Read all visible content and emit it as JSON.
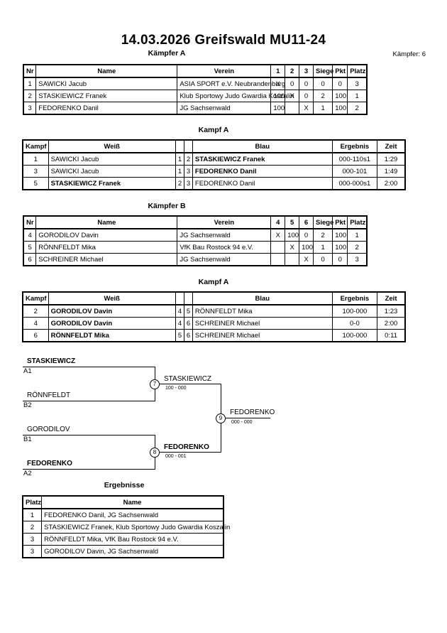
{
  "header": {
    "title": "14.03.2026  Greifswald   MU11-24",
    "count_label": "Kämpfer: 6"
  },
  "groupA": {
    "title": "Kämpfer A",
    "columns": [
      "Nr",
      "Name",
      "Verein",
      "1",
      "2",
      "3",
      "Siege",
      "Pkt",
      "Platz"
    ],
    "rows": [
      {
        "nr": "1",
        "name": "SAWICKI Jacub",
        "verein": "ASIA SPORT e.V. Neubrandenburg",
        "r1": "X",
        "r2": "0",
        "r3": "0",
        "siege": "0",
        "pkt": "0",
        "platz": "3"
      },
      {
        "nr": "2",
        "name": "STASKIEWICZ Franek",
        "verein": "Klub Sportowy Judo Gwardia Koszalin",
        "r1": "100",
        "r2": "X",
        "r3": "0",
        "siege": "2",
        "pkt": "100",
        "platz": "1"
      },
      {
        "nr": "3",
        "name": "FEDORENKO Danil",
        "verein": "JG Sachsenwald",
        "r1": "100",
        "r2": "",
        "r3": "X",
        "siege": "1",
        "pkt": "100",
        "platz": "2"
      }
    ]
  },
  "fightsA": {
    "title": "Kampf A",
    "columns": [
      "Kampf",
      "Weiß",
      "Blau",
      "Ergebnis",
      "Zeit"
    ],
    "rows": [
      {
        "kampf": "1",
        "weiss": "SAWICKI Jacub",
        "n1": "1",
        "n2": "2",
        "blau": "STASKIEWICZ Franek",
        "erg": "000-110s1",
        "zeit": "1:29"
      },
      {
        "kampf": "3",
        "weiss": "SAWICKI Jacub",
        "n1": "1",
        "n2": "3",
        "blau": "FEDORENKO Danil",
        "erg": "000-101",
        "zeit": "1:49"
      },
      {
        "kampf": "5",
        "weiss": "STASKIEWICZ Franek",
        "n1": "2",
        "n2": "3",
        "blau": "FEDORENKO Danil",
        "erg": "000-000s1",
        "zeit": "2:00"
      }
    ]
  },
  "groupB": {
    "title": "Kämpfer B",
    "columns": [
      "Nr",
      "Name",
      "Verein",
      "4",
      "5",
      "6",
      "Siege",
      "Pkt",
      "Platz"
    ],
    "rows": [
      {
        "nr": "4",
        "name": "GORODILOV Davin",
        "verein": "JG Sachsenwald",
        "r1": "X",
        "r2": "100",
        "r3": "0",
        "siege": "2",
        "pkt": "100",
        "platz": "1"
      },
      {
        "nr": "5",
        "name": "RÖNNFELDT Mika",
        "verein": "VfK Bau Rostock 94 e.V.",
        "r1": "",
        "r2": "X",
        "r3": "100",
        "siege": "1",
        "pkt": "100",
        "platz": "2"
      },
      {
        "nr": "6",
        "name": "SCHREINER Michael",
        "verein": "JG Sachsenwald",
        "r1": "",
        "r2": "",
        "r3": "X",
        "siege": "0",
        "pkt": "0",
        "platz": "3"
      }
    ]
  },
  "fightsB": {
    "title": "Kampf A",
    "columns": [
      "Kampf",
      "Weiß",
      "Blau",
      "Ergebnis",
      "Zeit"
    ],
    "rows": [
      {
        "kampf": "2",
        "weiss": "GORODILOV Davin",
        "n1": "4",
        "n2": "5",
        "blau": "RÖNNFELDT Mika",
        "erg": "100-000",
        "zeit": "1:23"
      },
      {
        "kampf": "4",
        "weiss": "GORODILOV Davin",
        "n1": "4",
        "n2": "6",
        "blau": "SCHREINER Michael",
        "erg": "0-0",
        "zeit": "2:00"
      },
      {
        "kampf": "6",
        "weiss": "RÖNNFELDT Mika",
        "n1": "5",
        "n2": "6",
        "blau": "SCHREINER Michael",
        "erg": "100-000",
        "zeit": "0:11"
      }
    ]
  },
  "bracket": {
    "a1_name": "STASKIEWICZ",
    "a1_seed": "A1",
    "b2_name": "RÖNNFELDT",
    "b2_seed": "B2",
    "b1_name": "GORODILOV",
    "b1_seed": "B1",
    "a2_name": "FEDORENKO",
    "a2_seed": "A2",
    "m7": "7",
    "m7_winner": "STASKIEWICZ",
    "m7_score": "100 - 000",
    "m8": "8",
    "m8_winner": "FEDORENKO",
    "m8_score": "000 - 001",
    "m9": "9",
    "m9_winner": "FEDORENKO",
    "m9_score": "000 - 000"
  },
  "results": {
    "title": "Ergebnisse",
    "columns": [
      "Platz",
      "Name"
    ],
    "rows": [
      {
        "platz": "1",
        "name": "FEDORENKO Danil, JG Sachsenwald"
      },
      {
        "platz": "2",
        "name": "STASKIEWICZ Franek, Klub Sportowy Judo Gwardia Koszalin"
      },
      {
        "platz": "3",
        "name": "RÖNNFELDT Mika, VfK Bau Rostock 94 e.V."
      },
      {
        "platz": "3",
        "name": "GORODILOV Davin, JG Sachsenwald"
      }
    ]
  }
}
